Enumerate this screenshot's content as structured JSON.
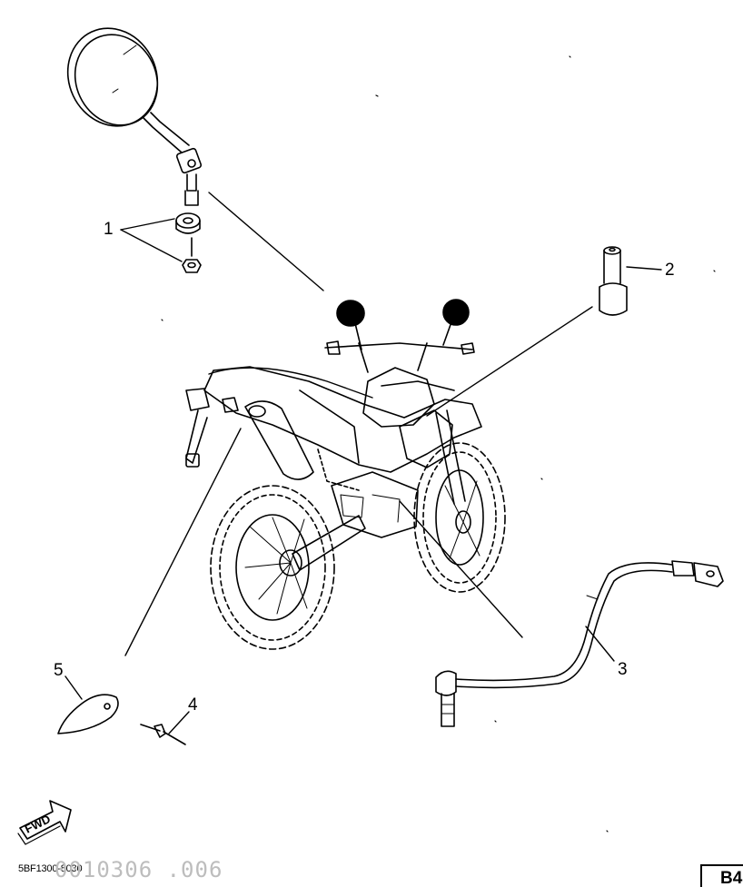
{
  "callouts": {
    "c1": "1",
    "c2": "2",
    "c3": "3",
    "c4": "4",
    "c5": "5"
  },
  "fwd_label": "FWD",
  "part_code": "5BF1300-8030",
  "catalog_stamp": "0010306 .006",
  "page_tag": "B4",
  "colors": {
    "ink": "#000000",
    "stamp": "#bdbdbd",
    "background": "#ffffff"
  }
}
